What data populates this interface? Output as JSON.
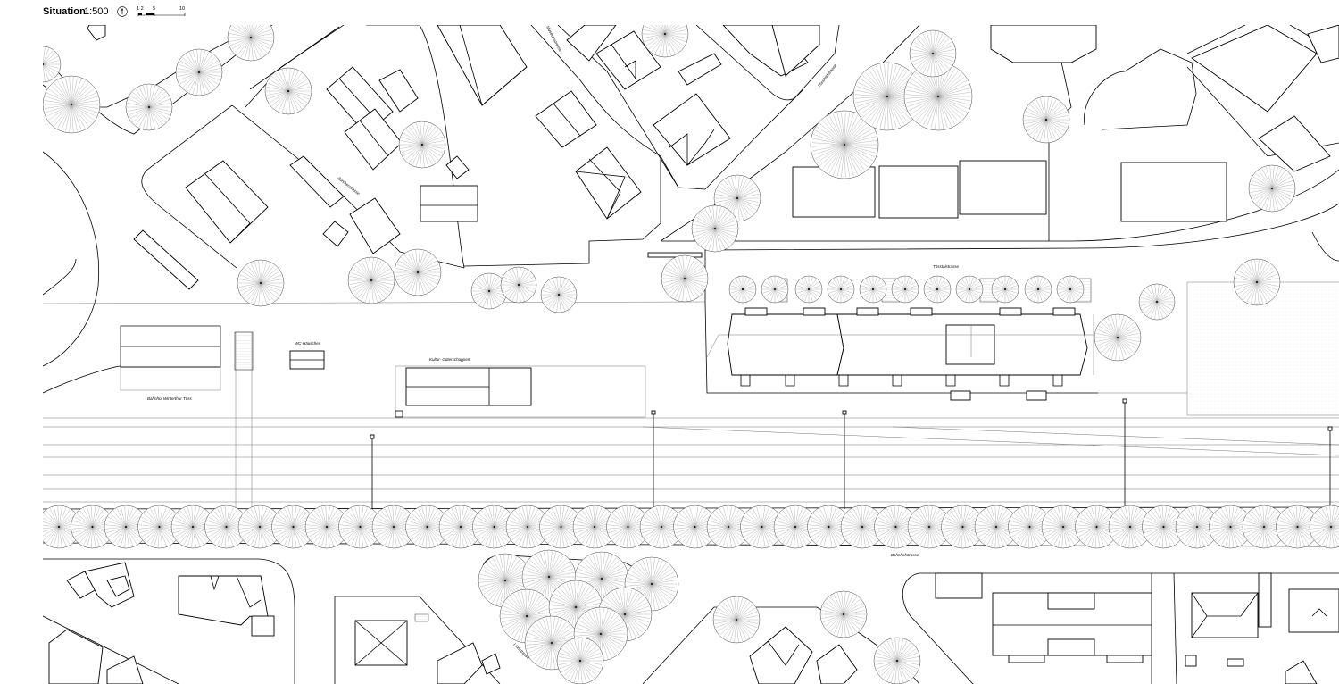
{
  "header": {
    "title": "Situation",
    "scale": "1:500",
    "north_symbol": "north-arrow-icon",
    "scale_ticks": [
      "1 2",
      "5",
      "10"
    ]
  },
  "map": {
    "street_labels": [
      "Tösstalstrasse",
      "Zürcherstrasse",
      "Museumstrasse",
      "Tössfeldstrasse",
      "Lindstrasse",
      "Bahnhofstrasse",
      "Tösstalstrasse"
    ],
    "building_labels": {
      "station": "Bahnhof Winterthur Töss",
      "wc": "WC-Häuschen",
      "goods_shed": "Kultur- Güterschuppen"
    }
  }
}
